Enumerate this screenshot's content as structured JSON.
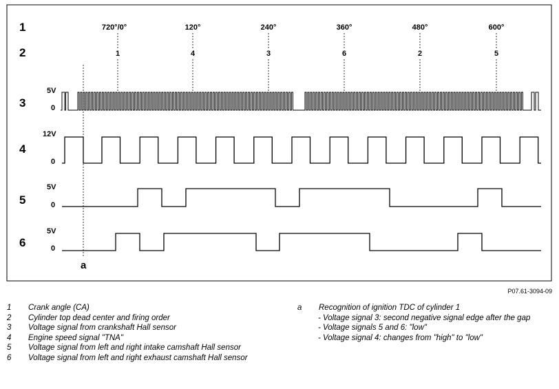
{
  "row_labels": [
    "1",
    "2",
    "3",
    "4",
    "5",
    "6"
  ],
  "crank_angles": [
    "720°/0°",
    "120°",
    "240°",
    "360°",
    "480°",
    "600°"
  ],
  "firing_order": [
    "1",
    "4",
    "3",
    "6",
    "2",
    "5"
  ],
  "voltage_labels": {
    "s3_high": "5V",
    "s3_low": "0",
    "s4_high": "12V",
    "s4_low": "0",
    "s5_high": "5V",
    "s5_low": "0",
    "s6_high": "5V",
    "s6_low": "0"
  },
  "marker_label": "a",
  "figure_ref": "P07.61-3094-09",
  "legend": [
    {
      "key": "1",
      "text": "Crank angle (CA)"
    },
    {
      "key": "2",
      "text": "Cylinder top dead center and firing order"
    },
    {
      "key": "3",
      "text": "Voltage signal from crankshaft Hall sensor"
    },
    {
      "key": "4",
      "text": "Engine speed signal \"TNA\""
    },
    {
      "key": "5",
      "text": "Voltage signal from left and right intake camshaft Hall sensor"
    },
    {
      "key": "6",
      "text": "Voltage signal from left and right exhaust camshaft Hall sensor"
    }
  ],
  "legend_a": {
    "key": "a",
    "title": "Recognition of ignition TDC of cylinder 1",
    "items": [
      "- Voltage signal 3: second negative signal edge after the gap",
      "- Voltage signals 5 and 6: \"low\"",
      "- Voltage signal 4: changes from \"high\" to \"low\""
    ]
  }
}
